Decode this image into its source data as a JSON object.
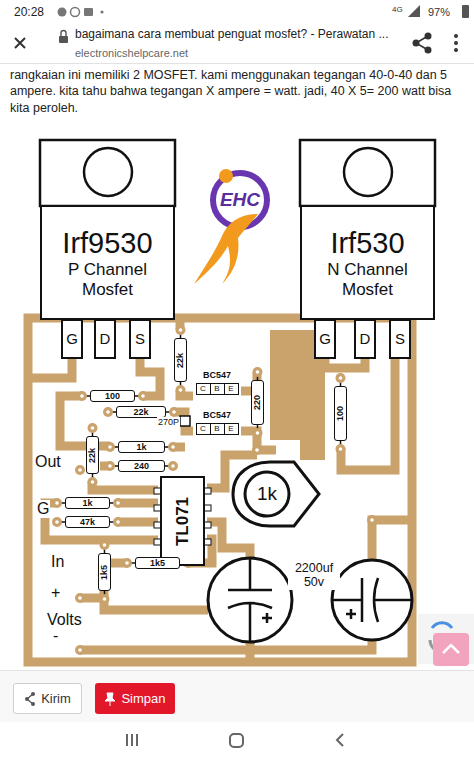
{
  "diagram": {
    "nodes": [
      {
        "text": [
          "Irf9530",
          "P Channel Mosfet"
        ]
      },
      {
        "text": [
          "Irf530",
          "N Channel Mosfet"
        ]
      },
      {
        "text": [
          "22k"
        ]
      },
      {
        "text": [
          "BC547",
          "C",
          "B",
          "E"
        ]
      },
      {
        "text": [
          "100"
        ]
      },
      {
        "text": [
          "22k"
        ]
      },
      {
        "text": [
          "BC547",
          "C",
          "B",
          "E"
        ]
      },
      {
        "text": [
          "220"
        ]
      },
      {
        "text": [
          "100"
        ]
      },
      {
        "text": [
          "1k"
        ]
      },
      {
        "text": [
          "22k"
        ]
      },
      {
        "text": [
          "240"
        ]
      },
      {
        "text": [
          "1k"
        ]
      },
      {
        "text": [
          "TL071"
        ]
      },
      {
        "text": [
          "1k"
        ]
      },
      {
        "text": [
          "47k"
        ]
      },
      {
        "text": [
          "1k5"
        ]
      },
      {
        "text": [
          "1k5"
        ]
      },
      {
        "text": [
          "Kirim"
        ]
      },
      {
        "text": [
          "Simpan"
        ]
      }
    ],
    "labels": [
      "20:28",
      "4G",
      "97%",
      "bagaimana cara membuat penguat mosfet? - Perawatan ...",
      "electronicshelpcare.net",
      "rangkaian ini memiliki 2 MOSFET. kami menggunakan tegangan 40-0-40 dan 5 ampere. kita tahu bahwa tegangan X ampere = watt. jadi, 40 X 5= 200 watt bisa kita peroleh.",
      "EHC",
      "G",
      "D",
      "S",
      "G",
      "D",
      "S",
      "270P",
      "Out",
      "G",
      "In",
      "+",
      "Volts",
      "-",
      "2200uf 50v"
    ]
  }
}
